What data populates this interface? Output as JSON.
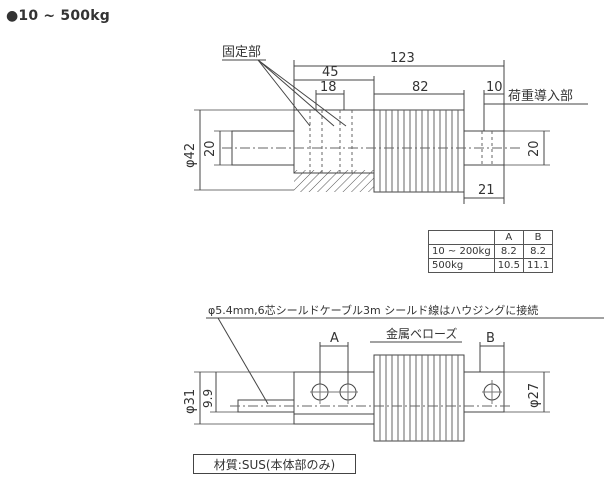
{
  "heading": "●10 ~ 500kg",
  "top_view": {
    "fixed_part_label": "固定部",
    "load_input_label": "荷重導入部",
    "dimensions": {
      "overall_length": "123",
      "fixed_length": "45",
      "inner_length": "18",
      "bellows_length": "82",
      "tip_length": "10",
      "outer_diameter": "φ42",
      "shaft_diameter_left": "20",
      "shaft_diameter_right": "20",
      "right_section_length": "21"
    }
  },
  "spec_table": {
    "columns": [
      "",
      "A",
      "B"
    ],
    "rows": [
      {
        "range": "10 ~ 200kg",
        "a": "8.2",
        "b": "8.2"
      },
      {
        "range": "500kg",
        "a": "10.5",
        "b": "11.1"
      }
    ]
  },
  "bottom_view": {
    "cable_note": "φ5.4mm,6芯シールドケーブル3m シールド線はハウジングに接続",
    "bellows_label": "金属ベローズ",
    "dim_a": "A",
    "dim_b": "B",
    "height_left": "φ31",
    "offset_left": "9.9",
    "height_right": "φ27"
  },
  "material_note": "材質:SUS(本体部のみ)"
}
